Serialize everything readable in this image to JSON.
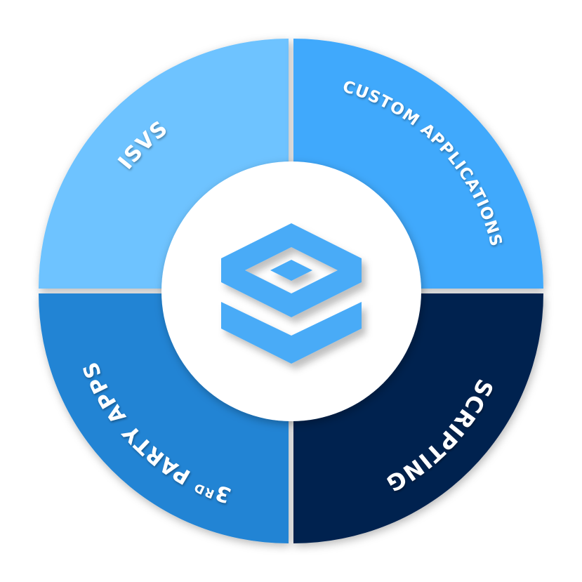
{
  "colors": {
    "isvs": "#6ec3ff",
    "custom_applications": "#41a9fc",
    "scripting": "#04224f",
    "third_party_apps": "#2484d4",
    "logo": "#4aabf7",
    "center": "#ffffff"
  },
  "quadrants": {
    "isvs": {
      "label": "ISVS",
      "icon": null
    },
    "custom_applications": {
      "label": "CUSTOM APPLICATIONS"
    },
    "scripting": {
      "label": "SCRIPTING"
    },
    "third_party_apps": {
      "label_number": "3",
      "label_suffix": "RD",
      "label_rest": " PARTY APPS"
    }
  },
  "center_icon": "stacked-layers-logo-icon"
}
